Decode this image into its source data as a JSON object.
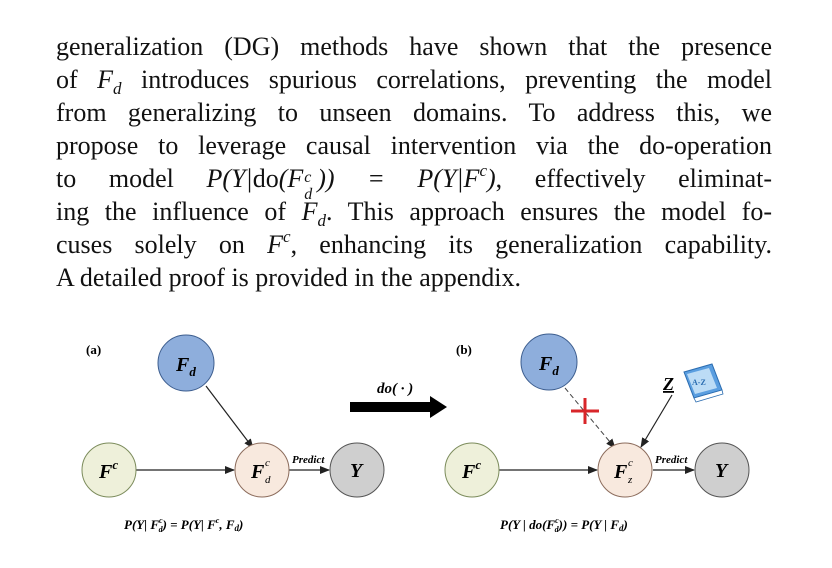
{
  "paragraph": {
    "l1": "generalization (DG) methods have shown that the presence",
    "l2_a": "of ",
    "l2_F": "F",
    "l2_d": "d",
    "l2_b": " introduces spurious correlations, preventing the model",
    "l3": "from generalizing to unseen domains. To address this, we",
    "l4": "propose to leverage causal intervention via the do-operation",
    "l5_a": "to model ",
    "l5_math1": "P(Y|",
    "l5_do": "do",
    "l5_math2": "(F",
    "l5_c": "c",
    "l5_d": "d",
    "l5_math3": ")) = P(Y|F",
    "l5_c2": "c",
    "l5_math4": ")",
    "l5_b": ", effectively eliminat-",
    "l6_a": "ing the influence of ",
    "l6_F": "F",
    "l6_d": "d",
    "l6_b": ". This approach ensures the model fo-",
    "l7_a": "cuses solely on ",
    "l7_F": "F",
    "l7_c": "c",
    "l7_b": ", enhancing its generalization capability.",
    "l8": "A detailed proof is provided in the appendix."
  },
  "figure": {
    "panel_a": {
      "label": "(a)",
      "node_fd": {
        "main": "F",
        "sub": "d"
      },
      "node_fc": {
        "main": "F",
        "sup": "c"
      },
      "node_mid": {
        "main": "F",
        "sup": "c",
        "sub": "d"
      },
      "node_y": "Y",
      "edge_label": "Predict",
      "equation": "P(Y | Fᶜd ) = P(Y | Fᶜ, Fd )",
      "eq_a": "P(Y| F",
      "eq_c1": "c",
      "eq_d1": "d",
      "eq_b": ") = P(Y| F",
      "eq_c2": "c",
      "eq_b2": ", F",
      "eq_d2": "d",
      "eq_end": ")"
    },
    "operator": "do( · )",
    "panel_b": {
      "label": "(b)",
      "node_fd": {
        "main": "F",
        "sub": "d"
      },
      "node_fc": {
        "main": "F",
        "sup": "c"
      },
      "node_mid": {
        "main": "F",
        "sup": "c",
        "sub": "z"
      },
      "node_y": "Y",
      "z_label": "Z",
      "book_icon_text": "A-Z",
      "edge_label": "Predict",
      "eq_a": "P(Y | do(F",
      "eq_c1": "c",
      "eq_d1": "d",
      "eq_b": ")) = P(Y | F",
      "eq_d2": "d",
      "eq_end": ")"
    },
    "colors": {
      "fd_fill": "#8eaedc",
      "fd_stroke": "#3d5e8f",
      "fc_fill": "#eef0da",
      "fc_stroke": "#7c8c5c",
      "mid_fill": "#f8e9de",
      "mid_stroke": "#8c6c5c",
      "y_fill": "#cfcfcf",
      "y_stroke": "#555555",
      "cross": "#d8262a",
      "book": "#5a9ee0"
    }
  }
}
